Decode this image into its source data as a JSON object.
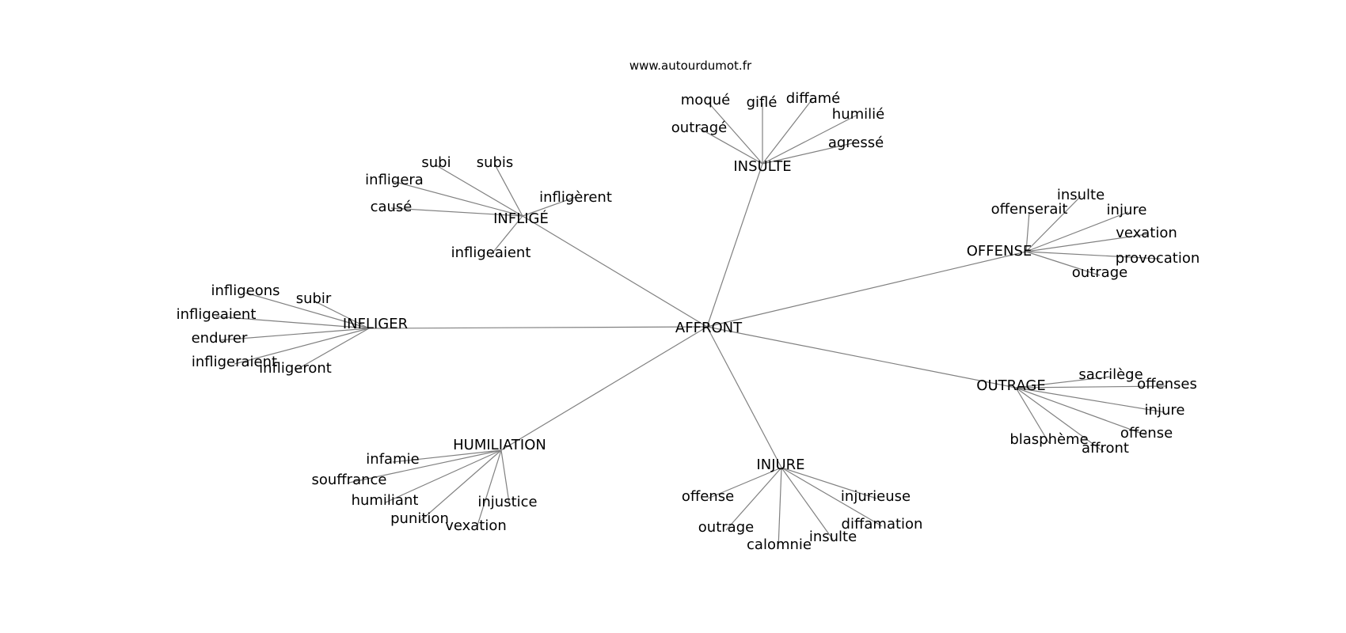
{
  "header": {
    "source": "www.autourdumot.fr"
  },
  "graph": {
    "center": {
      "label": "AFFRONT"
    },
    "hubs": [
      {
        "label": "INSULTE",
        "leaves": [
          "moqué",
          "giflé",
          "diffamé",
          "humilié",
          "outragé",
          "agressé"
        ]
      },
      {
        "label": "INFLIGÉ",
        "leaves": [
          "subi",
          "subis",
          "infligera",
          "infligèrent",
          "causé",
          "infligeaient"
        ]
      },
      {
        "label": "OFFENSE",
        "leaves": [
          "offenserait",
          "insulte",
          "injure",
          "vexation",
          "provocation",
          "outrage"
        ]
      },
      {
        "label": "INFLIGER",
        "leaves": [
          "infligeons",
          "subir",
          "infligeaient",
          "endurer",
          "infligeraient",
          "infligeront"
        ]
      },
      {
        "label": "OUTRAGE",
        "leaves": [
          "sacrilège",
          "offenses",
          "injure",
          "offense",
          "blasphème",
          "affront"
        ]
      },
      {
        "label": "HUMILIATION",
        "leaves": [
          "infamie",
          "souffrance",
          "humiliant",
          "injustice",
          "punition",
          "vexation"
        ]
      },
      {
        "label": "INJURE",
        "leaves": [
          "offense",
          "injurieuse",
          "diffamation",
          "outrage",
          "insulte",
          "calomnie"
        ]
      }
    ]
  }
}
